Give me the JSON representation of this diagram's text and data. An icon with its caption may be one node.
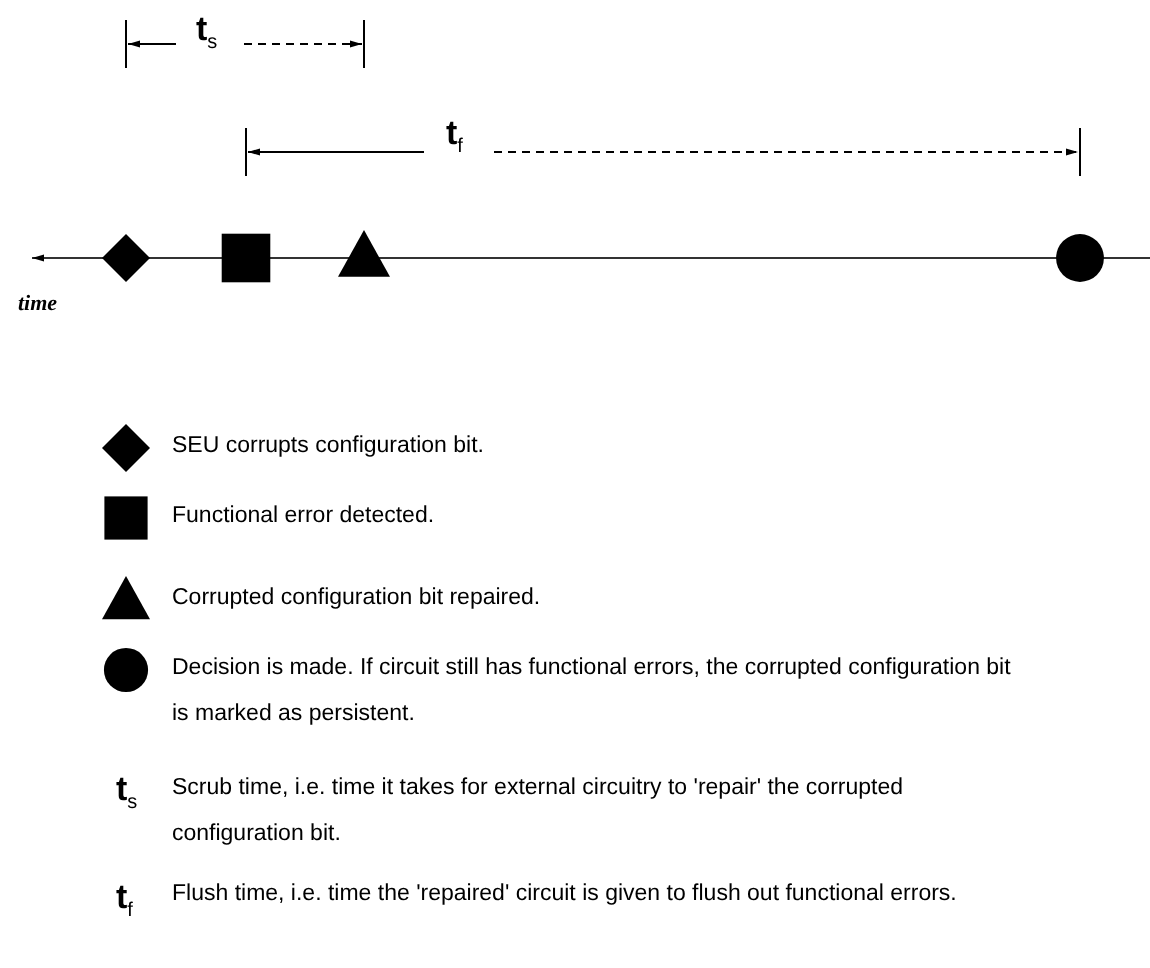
{
  "diagram": {
    "labels": [
      "t$_{s}$",
      "t$_{f}$",
      "time",
      "t$_{s}$",
      "t$_{f}$"
    ],
    "legend": [
      {
        "text": "SEU corrupts configuration bit."
      },
      {
        "text": "Functional error detected."
      },
      {
        "text": "Corrupted configuration bit repaired."
      },
      {
        "text": "Decision is made.  If circuit still has functional errors, the corrupted configuration bit is marked as persistent."
      },
      {
        "text": "Scrub time, i.e. time it takes for external circuitry to 'repair' the corrupted configuration bit."
      },
      {
        "text": "Flush time, i.e. time the 'repaired' circuit is given to flush out functional errors."
      }
    ]
  }
}
